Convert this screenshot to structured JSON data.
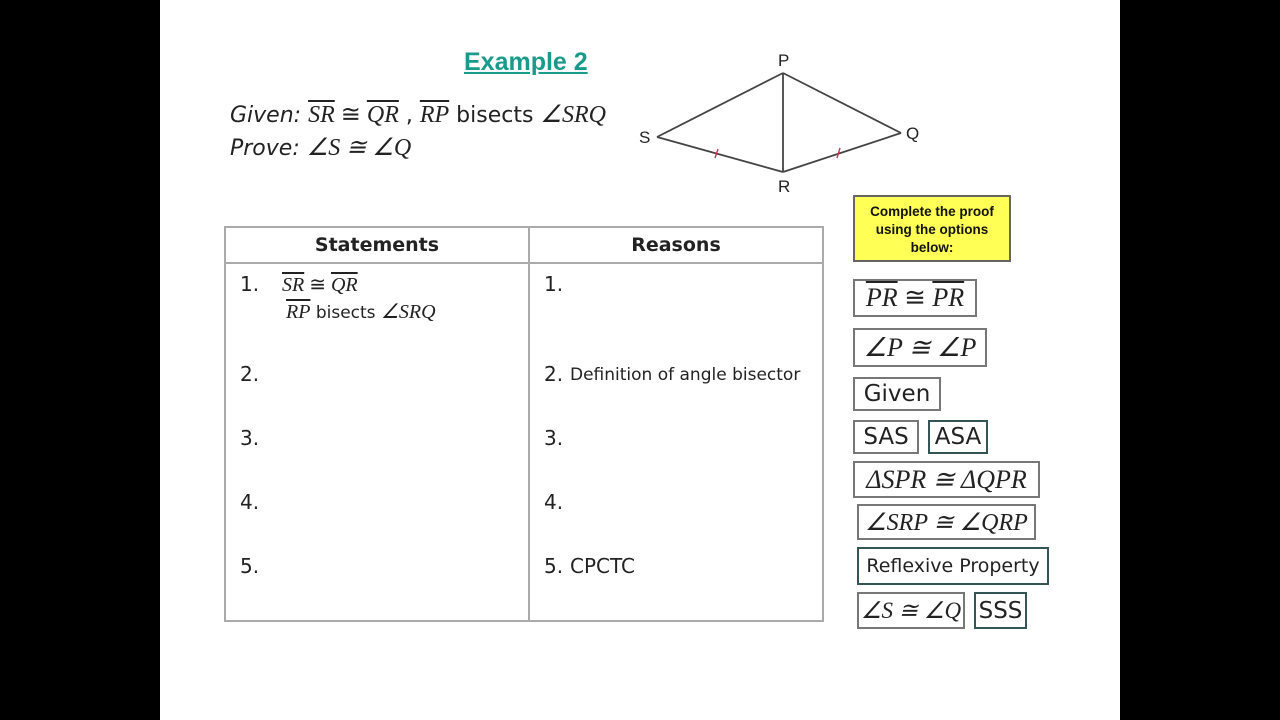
{
  "slide": {
    "title": "Example 2",
    "title_color": "#1a9a8a",
    "given": {
      "label": "Given:",
      "seg1": "SR",
      "cong1": " ≅ ",
      "seg2": "QR",
      "comma": " , ",
      "seg3": "RP",
      "bisects": " bisects ",
      "angle": "∠SRQ"
    },
    "prove": {
      "label": "Prove:",
      "statement": "∠S ≅ ∠Q"
    },
    "diagram": {
      "vertices": {
        "P": "P",
        "Q": "Q",
        "R": "R",
        "S": "S"
      },
      "tick_color": "#cc3355"
    },
    "table": {
      "headers": {
        "statements": "Statements",
        "reasons": "Reasons"
      },
      "statements": [
        {
          "num": "1.",
          "line1_seg1": "SR",
          "line1_cong": " ≅ ",
          "line1_seg2": "QR",
          "line2_seg": "RP",
          "line2_text": " bisects ",
          "line2_angle": "∠SRQ"
        },
        {
          "num": "2.",
          "text": ""
        },
        {
          "num": "3.",
          "text": ""
        },
        {
          "num": "4.",
          "text": ""
        },
        {
          "num": "5.",
          "text": ""
        }
      ],
      "reasons": [
        {
          "num": "1.",
          "text": ""
        },
        {
          "num": "2.",
          "text": "Definition of angle bisector"
        },
        {
          "num": "3.",
          "text": ""
        },
        {
          "num": "4.",
          "text": ""
        },
        {
          "num": "5.",
          "text": "CPCTC"
        }
      ]
    },
    "instructions": "Complete the proof using the options below:",
    "instructions_bg": "#ffff55",
    "options": [
      {
        "id": "pr-cong-pr",
        "seg_a": "PR",
        "cong": " ≅ ",
        "seg_b": "PR"
      },
      {
        "id": "angle-p-cong",
        "label": "∠P ≅ ∠P"
      },
      {
        "id": "given",
        "label": "Given"
      },
      {
        "id": "sas",
        "label": "SAS"
      },
      {
        "id": "asa",
        "label": "ASA"
      },
      {
        "id": "triangle-cong",
        "label": "ΔSPR ≅ ΔQPR"
      },
      {
        "id": "angle-srp-cong",
        "label": "∠SRP ≅ ∠QRP"
      },
      {
        "id": "reflexive",
        "label": "Reflexive Property"
      },
      {
        "id": "angle-s-cong",
        "label": "∠S ≅ ∠Q"
      },
      {
        "id": "sss",
        "label": "SSS"
      }
    ]
  }
}
